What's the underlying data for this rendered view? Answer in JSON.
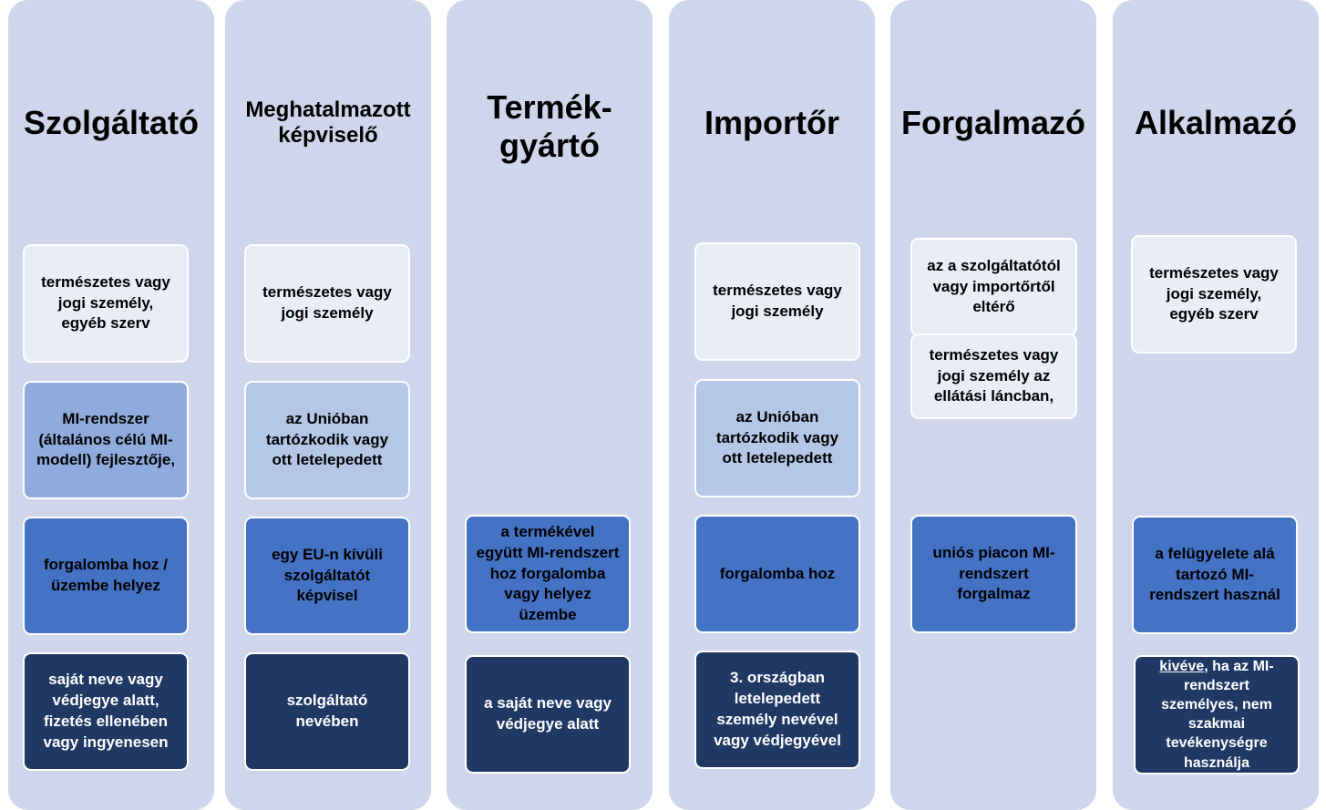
{
  "columns": [
    {
      "title": "Szolgáltató",
      "boxes": [
        "természetes vagy jogi személy, egyéb szerv",
        "MI-rendszer (általános célú MI-modell) fejlesztője,",
        "forgalomba hoz / üzembe helyez",
        "saját neve vagy védjegye alatt, fizetés ellenében vagy ingyenesen"
      ]
    },
    {
      "title": "Meghatalmazott képviselő",
      "boxes": [
        "természetes vagy jogi személy",
        "az Unióban tartózkodik vagy ott letelepedett",
        "egy EU-n kívüli szolgáltatót képvisel",
        "szolgáltató nevében"
      ]
    },
    {
      "title": "Termék-gyártó",
      "boxes": [
        "a termékével együtt MI-rendszert hoz forgalomba vagy helyez üzembe",
        "a saját neve vagy védjegye alatt"
      ]
    },
    {
      "title": "Importőr",
      "boxes": [
        "természetes vagy jogi személy",
        "az Unióban tartózkodik vagy ott letelepedett",
        "forgalomba hoz",
        "3. országban letelepedett személy nevével vagy védjegyével"
      ]
    },
    {
      "title": "Forgalmazó",
      "boxes": [
        "az a szolgáltatótól vagy importőrtől eltérő",
        "természetes vagy jogi személy az ellátási láncban,",
        "uniós piacon MI-rendszert forgalmaz"
      ]
    },
    {
      "title": "Alkalmazó",
      "boxes": [
        "természetes vagy jogi személy, egyéb szerv",
        "a felügyelete alá tartozó MI-rendszert használ"
      ],
      "exception": {
        "underlined": "kivéve",
        "rest": ", ha az MI-rendszert személyes, nem szakmai tevékenységre használja"
      }
    }
  ]
}
